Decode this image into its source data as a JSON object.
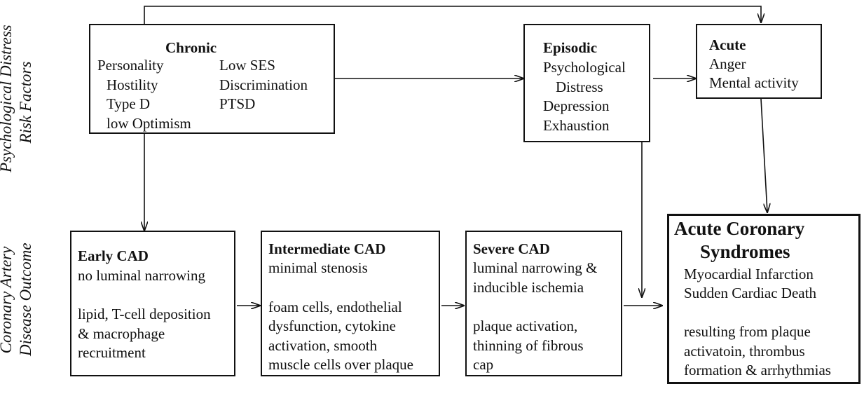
{
  "side_labels": {
    "top": [
      "Psychological Distress",
      "Risk Factors"
    ],
    "bottom": [
      "Coronary Artery",
      "Disease Outcome"
    ]
  },
  "boxes": {
    "chronic": {
      "title": "Chronic",
      "col1": [
        "Personality",
        "Hostility",
        "Type D",
        "low Optimism"
      ],
      "col2": [
        "Low SES",
        "Discrimination",
        "PTSD"
      ]
    },
    "episodic": {
      "title": "Episodic",
      "lines": [
        "Psychological",
        "Distress",
        "Depression",
        "Exhaustion"
      ]
    },
    "acute": {
      "title": "Acute",
      "lines": [
        "Anger",
        "Mental activity"
      ]
    },
    "early_cad": {
      "title": "Early CAD",
      "lines": [
        "no luminal narrowing",
        "lipid, T-cell deposition",
        "& macrophage",
        "recruitment"
      ]
    },
    "intermediate_cad": {
      "title": "Intermediate CAD",
      "lines": [
        "minimal stenosis",
        "foam cells, endothelial",
        "dysfunction, cytokine",
        "activation, smooth",
        "muscle cells over plaque"
      ]
    },
    "severe_cad": {
      "title": "Severe CAD",
      "lines": [
        "luminal narrowing &",
        "inducible ischemia",
        "plaque activation,",
        "thinning of fibrous",
        "cap"
      ]
    },
    "acs": {
      "title": [
        "Acute Coronary",
        "Syndromes"
      ],
      "lines": [
        "Myocardial Infarction",
        "Sudden Cardiac Death",
        "resulting from plaque",
        "activatoin, thrombus",
        "formation & arrhythmias"
      ]
    }
  }
}
